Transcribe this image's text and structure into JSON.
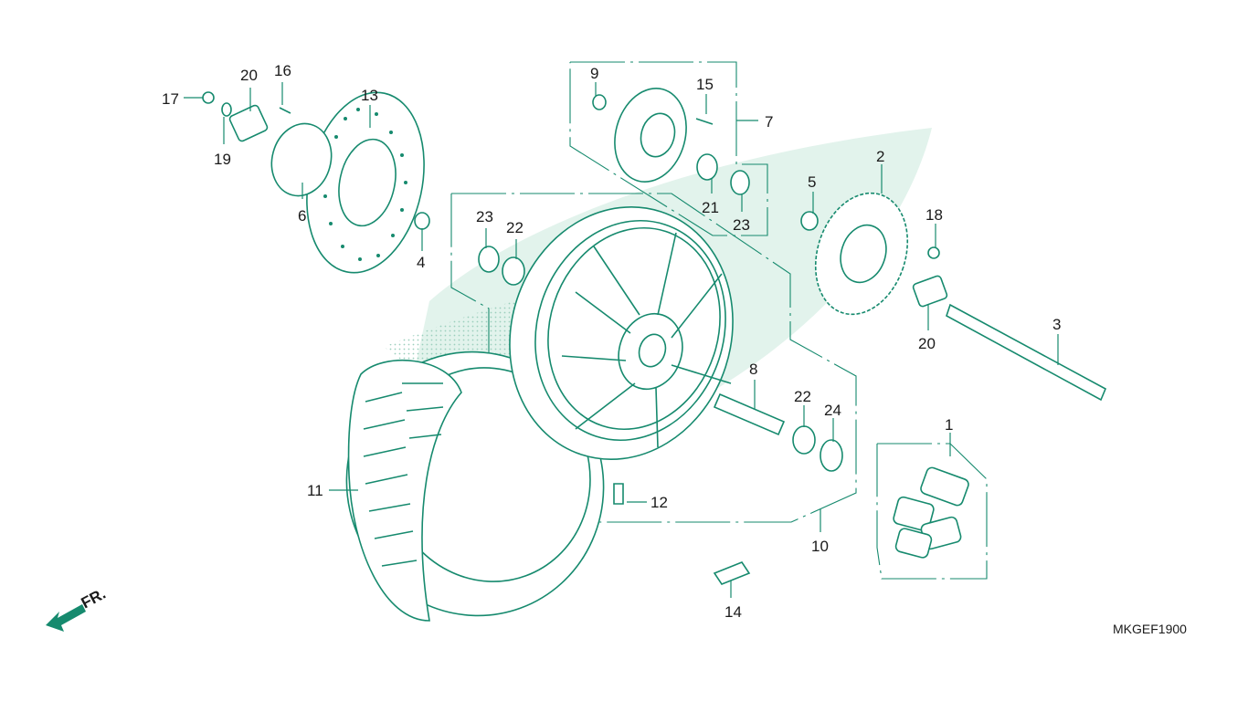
{
  "diagram_code": "MKGEF1900",
  "direction_marker": "FR.",
  "colors": {
    "ink": "#168a6e",
    "text": "#1a1a1a",
    "watermark": "#e2f3ec"
  },
  "callouts": [
    {
      "id": "c17",
      "label": "17"
    },
    {
      "id": "c20a",
      "label": "20"
    },
    {
      "id": "c16",
      "label": "16"
    },
    {
      "id": "c19",
      "label": "19"
    },
    {
      "id": "c13",
      "label": "13"
    },
    {
      "id": "c6",
      "label": "6"
    },
    {
      "id": "c4",
      "label": "4"
    },
    {
      "id": "c9",
      "label": "9"
    },
    {
      "id": "c15",
      "label": "15"
    },
    {
      "id": "c7",
      "label": "7"
    },
    {
      "id": "c21",
      "label": "21"
    },
    {
      "id": "c23a",
      "label": "23"
    },
    {
      "id": "c23b",
      "label": "23"
    },
    {
      "id": "c22a",
      "label": "22"
    },
    {
      "id": "c5",
      "label": "5"
    },
    {
      "id": "c2",
      "label": "2"
    },
    {
      "id": "c18",
      "label": "18"
    },
    {
      "id": "c20b",
      "label": "20"
    },
    {
      "id": "c3",
      "label": "3"
    },
    {
      "id": "c8",
      "label": "8"
    },
    {
      "id": "c22b",
      "label": "22"
    },
    {
      "id": "c24",
      "label": "24"
    },
    {
      "id": "c1",
      "label": "1"
    },
    {
      "id": "c11",
      "label": "11"
    },
    {
      "id": "c12",
      "label": "12"
    },
    {
      "id": "c10",
      "label": "10"
    },
    {
      "id": "c14",
      "label": "14"
    }
  ]
}
